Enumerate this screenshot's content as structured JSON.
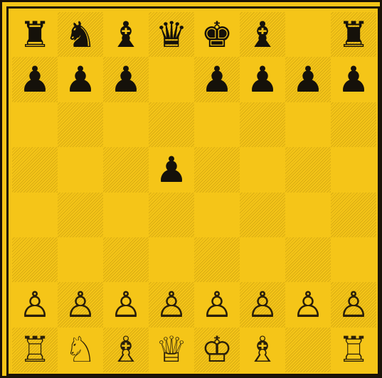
{
  "colors": {
    "background": "#f5c518",
    "frame": "#1a1308",
    "black_pieces": "#15110a",
    "white_pieces_outline": "#2a1f0a"
  },
  "board": {
    "position": [
      [
        "r",
        "n",
        "b",
        "q",
        "k",
        "b",
        "",
        "r"
      ],
      [
        "p",
        "p",
        "p",
        "",
        "p",
        "p",
        "p",
        "p"
      ],
      [
        "",
        "",
        "",
        "",
        "",
        "",
        "",
        ""
      ],
      [
        "",
        "",
        "",
        "p",
        "",
        "",
        "",
        ""
      ],
      [
        "",
        "",
        "",
        "",
        "",
        "",
        "",
        ""
      ],
      [
        "",
        "",
        "",
        "",
        "",
        "",
        "",
        ""
      ],
      [
        "P",
        "P",
        "P",
        "P",
        "P",
        "P",
        "P",
        "P"
      ],
      [
        "R",
        "N",
        "B",
        "Q",
        "K",
        "B",
        "",
        "R"
      ]
    ],
    "glyphs": {
      "K": "♔",
      "Q": "♕",
      "R": "♖",
      "B": "♗",
      "N": "♘",
      "P": "♙",
      "k": "♚",
      "q": "♛",
      "r": "♜",
      "b": "♝",
      "n": "♞",
      "p": "♟"
    },
    "names": {
      "K": "white-king-icon",
      "Q": "white-queen-icon",
      "R": "white-rook-icon",
      "B": "white-bishop-icon",
      "N": "white-knight-icon",
      "P": "white-pawn-icon",
      "k": "black-king-icon",
      "q": "black-queen-icon",
      "r": "black-rook-icon",
      "b": "black-bishop-icon",
      "n": "black-knight-icon",
      "p": "black-pawn-icon"
    }
  }
}
